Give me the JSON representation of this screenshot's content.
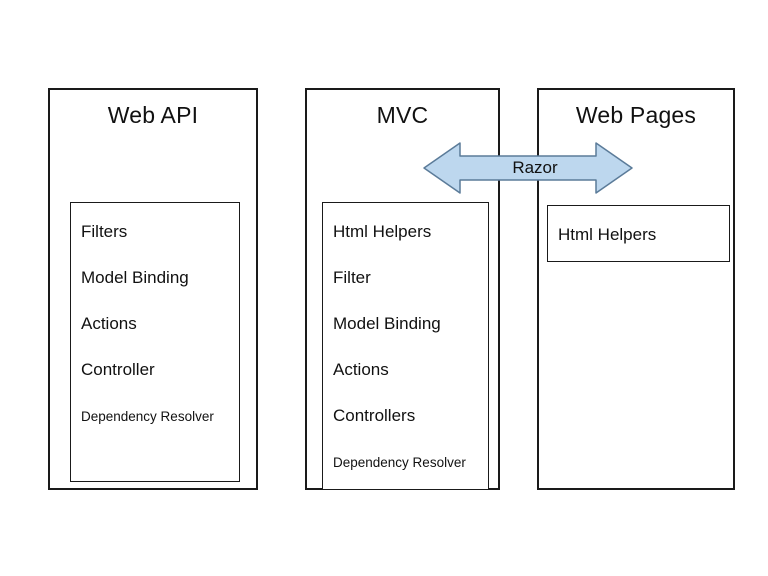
{
  "diagram": {
    "columns": [
      {
        "title": "Web API",
        "items": [
          "Filters",
          "Model Binding",
          "Actions",
          "Controller",
          "Dependency Resolver"
        ]
      },
      {
        "title": "MVC",
        "items": [
          "Html Helpers",
          "Filter",
          "Model Binding",
          "Actions",
          "Controllers",
          "Dependency Resolver"
        ]
      },
      {
        "title": "Web Pages",
        "items": [
          "Html Helpers"
        ]
      }
    ],
    "connector": {
      "label": "Razor",
      "fill": "#bdd7ee",
      "stroke": "#5b7b99"
    }
  }
}
